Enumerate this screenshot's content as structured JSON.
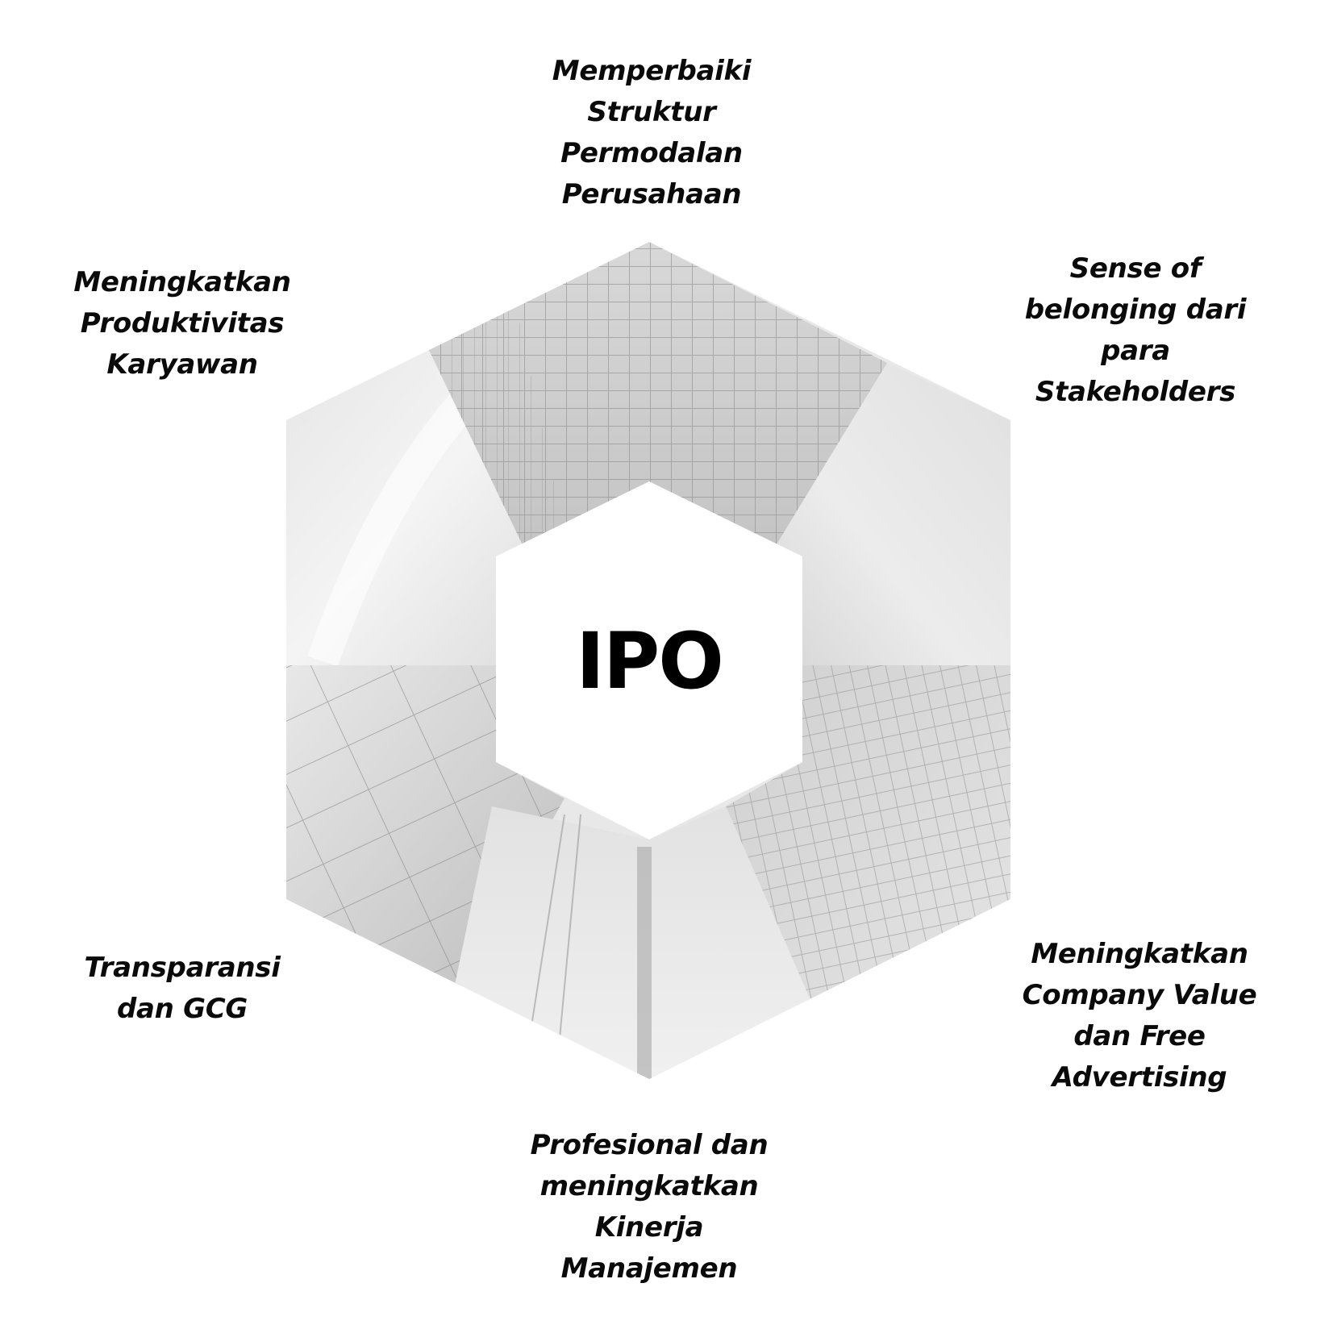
{
  "diagram": {
    "center": {
      "label": "IPO"
    },
    "benefits": [
      {
        "id": "top",
        "lines": [
          "Memperbaiki",
          "Struktur",
          "Permodalan",
          "Perusahaan"
        ]
      },
      {
        "id": "upper-right",
        "lines": [
          "Sense of",
          "belonging dari",
          "para",
          "Stakeholders"
        ]
      },
      {
        "id": "lower-right",
        "lines": [
          "Meningkatkan",
          "Company Value",
          "dan Free",
          "Advertising"
        ]
      },
      {
        "id": "bottom",
        "lines": [
          "Profesional dan",
          "meningkatkan",
          "Kinerja",
          "Manajemen"
        ]
      },
      {
        "id": "lower-left",
        "lines": [
          "Transparansi",
          "dan GCG"
        ]
      },
      {
        "id": "upper-left",
        "lines": [
          "Meningkatkan",
          "Produktivitas",
          "Karyawan"
        ]
      }
    ],
    "colors": {
      "background": "#ffffff",
      "text": "#0a0a0a",
      "photo_light": "#f2f2f2",
      "photo_mid": "#cfcfcf",
      "photo_dark": "#9a9a9a",
      "inner_hex": "#ffffff"
    }
  }
}
